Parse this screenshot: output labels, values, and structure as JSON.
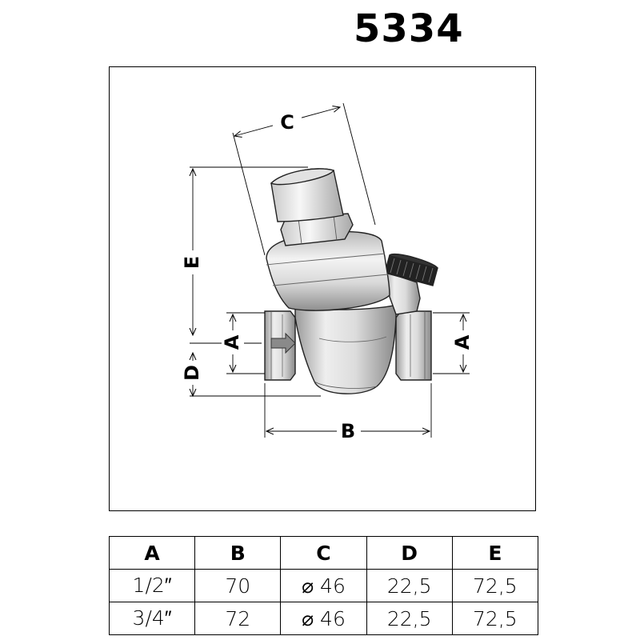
{
  "title": "5334",
  "drawing": {
    "dimension_labels": {
      "A_left": "A",
      "A_right": "A",
      "B": "B",
      "C": "C",
      "D": "D",
      "E": "E"
    },
    "flow_arrow": "arrow-right-icon"
  },
  "table": {
    "headers": [
      "A",
      "B",
      "C",
      "D",
      "E"
    ],
    "rows": [
      [
        "1/2″",
        "70",
        "⌀ 46",
        "22,5",
        "72,5"
      ],
      [
        "3/4″",
        "72",
        "⌀ 46",
        "22,5",
        "72,5"
      ]
    ]
  }
}
